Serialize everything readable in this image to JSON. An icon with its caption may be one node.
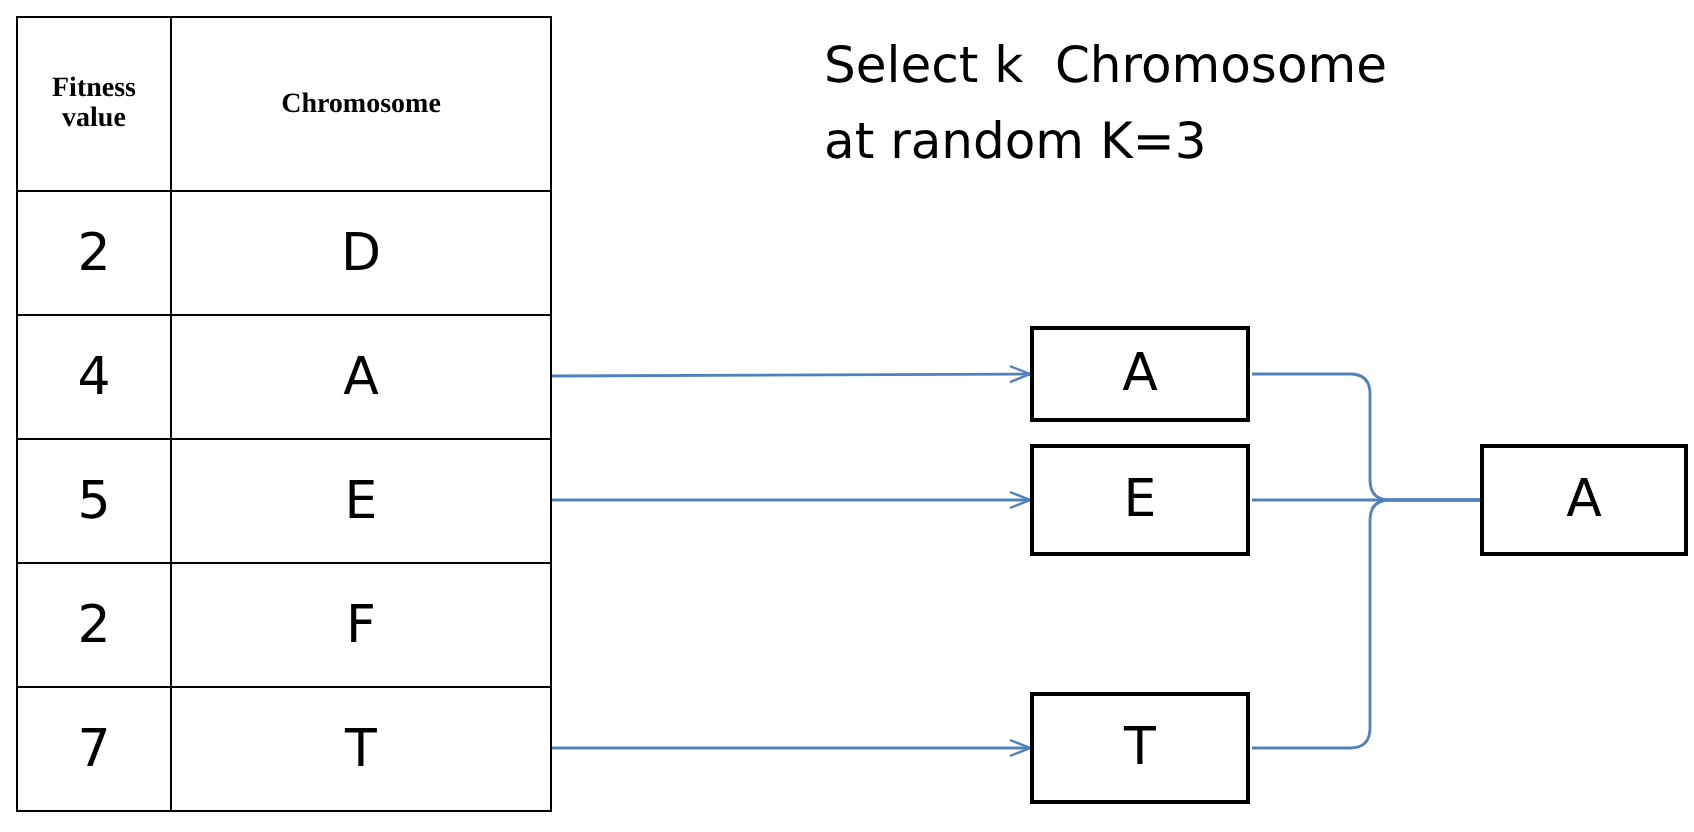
{
  "diagram": {
    "title": "Select k  Chromosome at random K=3",
    "nodes": [
      {
        "text": [
          "A"
        ]
      },
      {
        "text": [
          "E"
        ]
      },
      {
        "text": [
          "T"
        ]
      },
      {
        "text": [
          "A"
        ]
      },
      {
        "text": [
          "E"
        ]
      },
      {
        "text": [
          "T"
        ]
      },
      {
        "text": [
          "A"
        ]
      }
    ],
    "edges": [
      {
        "from": 0,
        "to": 3,
        "arrow": "to"
      },
      {
        "from": 1,
        "to": 4,
        "arrow": "to"
      },
      {
        "from": 2,
        "to": 5,
        "arrow": "to"
      },
      {
        "from": 3,
        "to": 6,
        "arrow": "none"
      },
      {
        "from": 4,
        "to": 6,
        "arrow": "none"
      },
      {
        "from": 5,
        "to": 6,
        "arrow": "none"
      }
    ],
    "labels": [
      "Fitness value",
      "Chromosome",
      "2",
      "D",
      "4",
      "5",
      "2",
      "F",
      "7"
    ]
  }
}
